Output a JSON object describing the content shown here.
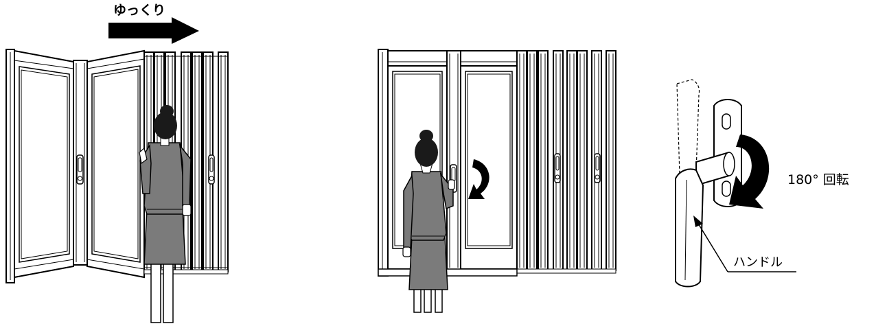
{
  "labels": {
    "slow": "ゆっくり",
    "rotate": "180°  回転",
    "handle": "ハンドル"
  },
  "colors": {
    "ink": "#000000",
    "suit": "#7b7b7b",
    "hair": "#1a1a1a",
    "frame": "#ffffff",
    "arrow": "#000000"
  },
  "icons": {
    "slide_arrow": "arrow-right-icon",
    "turn_arrow": "rotate-arrow-icon"
  }
}
